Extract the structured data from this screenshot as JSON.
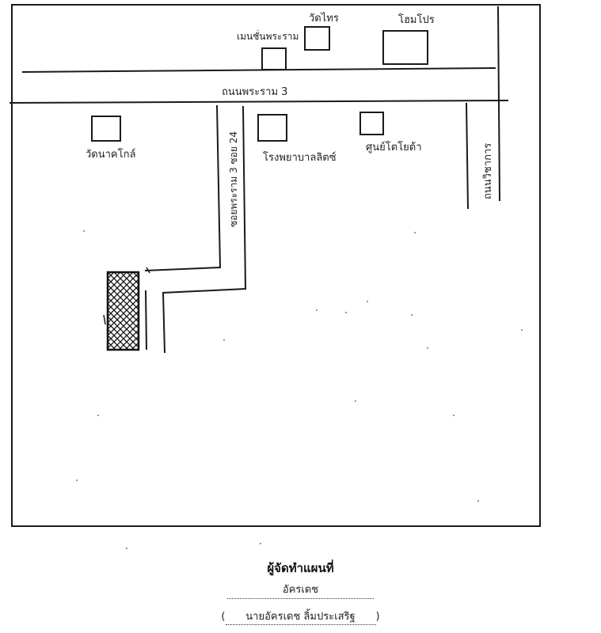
{
  "map": {
    "road_top": "ถนนพระราม 3",
    "road_right": "ถนนวิชาการ",
    "soi": "ซอยพระราม 3 ซอย 24",
    "landmarks": {
      "wat_thai": "วัดไทร",
      "mansion": "เมนชั่นพระราม",
      "hospital": "โฮมโปร",
      "temple": "วัดนาคโกล์",
      "hotel": "โรงพยาบาลลิตซ์",
      "center": "ศูนย์โตโยต้า"
    }
  },
  "footer": {
    "title": "ผู้จัดทำแผนที่",
    "signature": "อัครเดช",
    "name_open": "(",
    "name": "นายอัครเดช ลิ้มประเสริฐ",
    "name_close": ")"
  }
}
